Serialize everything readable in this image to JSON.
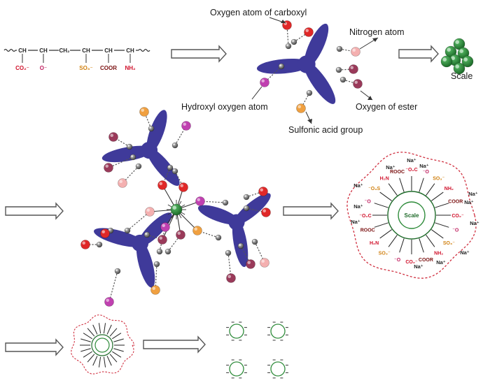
{
  "labels": {
    "oxygen_carboxyl": "Oxygen atom of carboxyl",
    "nitrogen": "Nitrogen atom",
    "scale": "Scale",
    "hydroxyl": "Hydroxyl oxygen atom",
    "ester": "Oxygen of ester",
    "sulfonic": "Sulfonic acid group"
  },
  "chain": {
    "backbone": [
      "CH",
      "CH",
      "CH₂",
      "CH",
      "CH",
      "CH"
    ],
    "pendants": [
      "CO₂⁻",
      "O⁻",
      "",
      "SO₃⁻",
      "COOR",
      "NH₂"
    ]
  },
  "micelle": {
    "core": "Scale",
    "ion": "Na⁺",
    "groups": [
      {
        "text": "⁻O₂C",
        "color": "#d0102a"
      },
      {
        "text": "⁻O",
        "color": "#c02060"
      },
      {
        "text": "SO₃⁻",
        "color": "#d08010"
      },
      {
        "text": "NH₂",
        "color": "#d0102a"
      },
      {
        "text": "COOR",
        "color": "#7a1010"
      },
      {
        "text": "CO₂⁻",
        "color": "#d0102a"
      },
      {
        "text": "⁻O",
        "color": "#c02060"
      },
      {
        "text": "SO₃⁻",
        "color": "#d08010"
      },
      {
        "text": "NH₂",
        "color": "#d0102a"
      },
      {
        "text": "COOR",
        "color": "#7a1010"
      },
      {
        "text": "CO₂⁻",
        "color": "#d0102a"
      },
      {
        "text": "⁻O",
        "color": "#c02060"
      },
      {
        "text": "SO₃⁻",
        "color": "#d08010"
      },
      {
        "text": "H₂N",
        "color": "#d0102a"
      },
      {
        "text": "ROOC",
        "color": "#7a1010"
      },
      {
        "text": "⁻O₂C",
        "color": "#d0102a"
      },
      {
        "text": "⁻O",
        "color": "#c02060"
      },
      {
        "text": "⁻O₃S",
        "color": "#d08010"
      },
      {
        "text": "H₂N",
        "color": "#d0102a"
      },
      {
        "text": "ROOC",
        "color": "#7a1010"
      }
    ]
  },
  "colors": {
    "molecule": "#3f3a9a",
    "carboxyl_oxygen": "#e02828",
    "nitrogen": "#f4b0b0",
    "hydroxyl": "#c040b0",
    "ester": "#9a3a5a",
    "sulfonic": "#f0a040",
    "scale": "#2e8b3a",
    "scale_dark": "#1f6b2a",
    "ion": "#d03040",
    "bond": "#555555",
    "arrow": "#555555"
  }
}
